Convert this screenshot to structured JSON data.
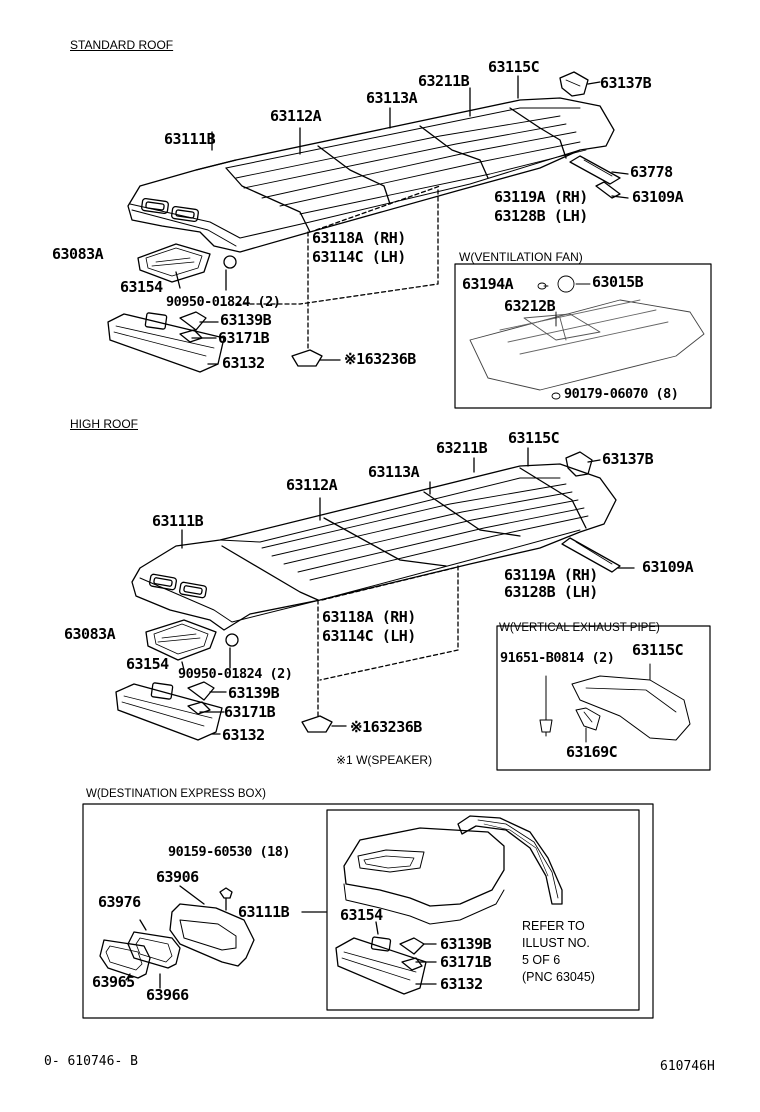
{
  "sections": {
    "standard_roof": "STANDARD ROOF",
    "high_roof": "HIGH ROOF",
    "ventilation_fan": "W(VENTILATION FAN)",
    "vertical_exhaust_pipe": "W(VERTICAL EXHAUST PIPE)",
    "destination_express_box": "W(DESTINATION EXPRESS BOX)"
  },
  "standard": {
    "p63115c": "63115C",
    "p63137b": "63137B",
    "p63211b": "63211B",
    "p63113a": "63113A",
    "p63112a": "63112A",
    "p63111b": "63111B",
    "p63778": "63778",
    "p63119a": "63119A (RH)",
    "p63109a": "63109A",
    "p63128b": "63128B (LH)",
    "p63118a": "63118A (RH)",
    "p63114c": "63114C (LH)",
    "p63083a": "63083A",
    "p63154": "63154",
    "p90950": "90950-01824 (2)",
    "p63139b": "63139B",
    "p63171b": "63171B",
    "p63132": "63132",
    "p63236b": "※163236B"
  },
  "ventilation": {
    "p63194a": "63194A",
    "p63015b": "63015B",
    "p63212b": "63212B",
    "p90179": "90179-06070 (8)"
  },
  "high": {
    "p63211b": "63211B",
    "p63115c": "63115C",
    "p63137b": "63137B",
    "p63113a": "63113A",
    "p63112a": "63112A",
    "p63111b": "63111B",
    "p63119a": "63119A (RH)",
    "p63109a": "63109A",
    "p63128b": "63128B (LH)",
    "p63118a": "63118A (RH)",
    "p63114c": "63114C (LH)",
    "p63083a": "63083A",
    "p63154": "63154",
    "p90950": "90950-01824 (2)",
    "p63139b": "63139B",
    "p63171b": "63171B",
    "p63132": "63132",
    "p63236b": "※163236B",
    "speaker_note": "※1 W(SPEAKER)"
  },
  "exhaust": {
    "p91651": "91651-B0814 (2)",
    "p63115c": "63115C",
    "p63169c": "63169C"
  },
  "destination": {
    "p90159": "90159-60530 (18)",
    "p63906": "63906",
    "p63976": "63976",
    "p63111b": "63111B",
    "p63154": "63154",
    "p63139b": "63139B",
    "p63171b": "63171B",
    "p63132": "63132",
    "p63965": "63965",
    "p63966": "63966",
    "refer1": "REFER TO",
    "refer2": "ILLUST NO.",
    "refer3": "5 OF 6",
    "refer4": "(PNC 63045)"
  },
  "footer": {
    "left": "0- 610746- B",
    "right": "610746H"
  }
}
